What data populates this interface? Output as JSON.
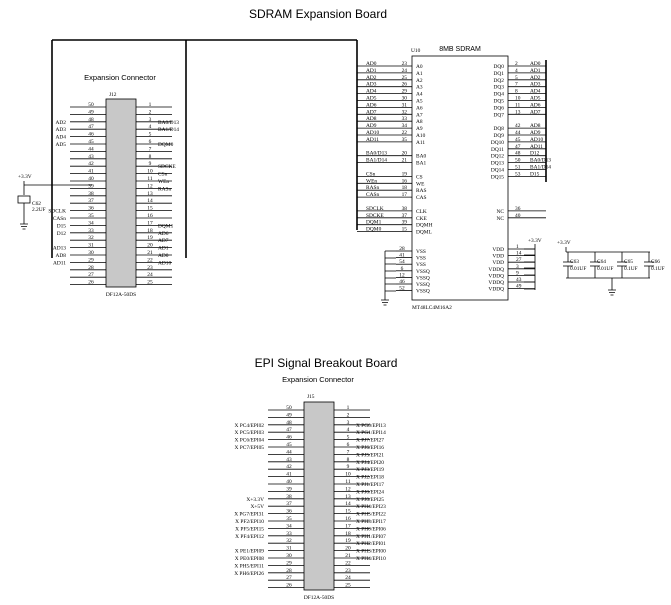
{
  "titles": {
    "sdram_board": "SDRAM Expansion Board",
    "epi_board": "EPI Signal Breakout Board"
  },
  "sdram_connector": {
    "label": "Expansion Connector",
    "ref": "J12",
    "part": "DF12A-50DS",
    "left_pins": [
      "50",
      "49",
      "48",
      "47",
      "46",
      "45",
      "44",
      "43",
      "42",
      "41",
      "40",
      "39",
      "38",
      "37",
      "36",
      "35",
      "34",
      "33",
      "32",
      "31",
      "30",
      "29",
      "28",
      "27",
      "26"
    ],
    "right_pins": [
      "1",
      "2",
      "3",
      "4",
      "5",
      "6",
      "7",
      "8",
      "9",
      "10",
      "11",
      "12",
      "13",
      "14",
      "15",
      "16",
      "17",
      "18",
      "19",
      "20",
      "21",
      "22",
      "23",
      "24",
      "25"
    ],
    "left_nets": [
      "",
      "",
      "AD2",
      "AD3",
      "AD4",
      "AD5",
      "",
      "",
      "",
      "",
      "",
      "",
      "",
      "",
      "SDCLK",
      "CASn",
      "D15",
      "D12",
      "",
      "AD13",
      "AD8",
      "AD11",
      "",
      "",
      ""
    ],
    "right_nets": [
      "",
      "",
      "BA0/D13",
      "BA1/D14",
      "",
      "DQM0",
      "",
      "",
      "SDCKE",
      "CSn",
      "WEn",
      "RASn",
      "",
      "",
      "",
      "",
      "DQM1",
      "AD6",
      "AD7",
      "AD1",
      "AD0",
      "AD10",
      "",
      "",
      ""
    ],
    "cap_ref": "C62",
    "cap_value": "2.2UF",
    "supply": "+3.3V"
  },
  "sdram_chip": {
    "ref": "U10",
    "title": "8MB SDRAM",
    "part": "MT48LC4M16A2",
    "left_nets": [
      "AD0",
      "AD1",
      "AD2",
      "AD3",
      "AD4",
      "AD5",
      "AD6",
      "AD7",
      "AD8",
      "AD9",
      "AD10",
      "AD11",
      "",
      "BA0/D13",
      "BA1/D14",
      "",
      "CSn",
      "WEn",
      "RASn",
      "CASn",
      "",
      "SDCLK",
      "SDCKE",
      "DQM1",
      "DQM0"
    ],
    "left_pins": [
      "23",
      "24",
      "25",
      "26",
      "29",
      "30",
      "31",
      "32",
      "33",
      "34",
      "22",
      "35",
      "",
      "20",
      "21",
      "",
      "19",
      "16",
      "18",
      "17",
      "",
      "38",
      "37",
      "39",
      "15"
    ],
    "left_names": [
      "A0",
      "A1",
      "A2",
      "A3",
      "A4",
      "A5",
      "A6",
      "A7",
      "A8",
      "A9",
      "A10",
      "A11",
      "",
      "BA0",
      "BA1",
      "",
      "CS",
      "WE",
      "RAS",
      "CAS",
      "",
      "CLK",
      "CKE",
      "DQMH",
      "DQML"
    ],
    "right_names": [
      "DQ0",
      "DQ1",
      "DQ2",
      "DQ3",
      "DQ4",
      "DQ5",
      "DQ6",
      "DQ7",
      "",
      "DQ8",
      "DQ9",
      "DQ10",
      "DQ11",
      "DQ12",
      "DQ13",
      "DQ14",
      "DQ15",
      "",
      "",
      "",
      "",
      "NC",
      "NC"
    ],
    "right_pins": [
      "2",
      "4",
      "5",
      "7",
      "8",
      "10",
      "11",
      "13",
      "",
      "42",
      "44",
      "45",
      "47",
      "48",
      "50",
      "51",
      "53",
      "",
      "",
      "",
      "",
      "36",
      "40"
    ],
    "right_nets": [
      "AD0",
      "AD1",
      "AD2",
      "AD3",
      "AD4",
      "AD5",
      "AD6",
      "AD7",
      "",
      "AD8",
      "AD9",
      "AD10",
      "AD11",
      "D12",
      "BA0/D13",
      "BA1/D14",
      "D15"
    ],
    "vss_names": [
      "VSS",
      "VSS",
      "VSS",
      "VSSQ",
      "VSSQ",
      "VSSQ",
      "VSSQ"
    ],
    "vss_pins": [
      "28",
      "41",
      "54",
      "6",
      "12",
      "46",
      "52"
    ],
    "vdd_names": [
      "VDD",
      "VDD",
      "VDD",
      "VDDQ",
      "VDDQ",
      "VDDQ",
      "VDDQ"
    ],
    "vdd_pins": [
      "1",
      "14",
      "27",
      "3",
      "9",
      "43",
      "49"
    ],
    "supply": "+3.3V"
  },
  "decoupling": {
    "supply": "+3.3V",
    "caps": [
      {
        "ref": "C63",
        "value": "0.01UF"
      },
      {
        "ref": "C64",
        "value": "0.01UF"
      },
      {
        "ref": "C65",
        "value": "0.1UF"
      },
      {
        "ref": "C66",
        "value": "0.1UF"
      }
    ]
  },
  "epi_connector": {
    "label": "Expansion Connector",
    "ref": "J15",
    "part": "DF12A-50DS",
    "left_pins": [
      "50",
      "49",
      "48",
      "47",
      "46",
      "45",
      "44",
      "43",
      "42",
      "41",
      "40",
      "39",
      "38",
      "37",
      "36",
      "35",
      "34",
      "33",
      "32",
      "31",
      "30",
      "29",
      "28",
      "27",
      "26"
    ],
    "right_pins": [
      "1",
      "2",
      "3",
      "4",
      "5",
      "6",
      "7",
      "8",
      "9",
      "10",
      "11",
      "12",
      "13",
      "14",
      "15",
      "16",
      "17",
      "18",
      "19",
      "20",
      "21",
      "22",
      "23",
      "24",
      "25"
    ],
    "left_nets": [
      "",
      "",
      "X PC4/EPI02",
      "X PC5/EPI03",
      "X PC6/EPI04",
      "X PC7/EPI05",
      "",
      "",
      "",
      "",
      "",
      "",
      "X+3.3V",
      "X+5V",
      "X PG7/EPI31",
      "X PF2/EPI10",
      "X PF5/EPI15",
      "X PF4/EPI12",
      "",
      "X PE1/EPI09",
      "X PE0/EPI08",
      "X PH5/EPI11",
      "X PH6/EPI26",
      "",
      ""
    ],
    "right_nets": [
      "",
      "",
      "X PG0/EPI13",
      "X PG1/EPI14",
      "X PJ7/EPI27",
      "X PJ6/EPI16",
      "X PJ5/EPI21",
      "X PJ4/EPI20",
      "X PJ3/EPI19",
      "X PJ2/EPI18",
      "X PJ1/EPI17",
      "X PJ0/EPI24",
      "X PJ0/EPI25",
      "X PH4/EPI23",
      "X PH5/EPI22",
      "X PH3/EPI17",
      "X PH0/EPI06",
      "X PH1/EPI07",
      "X PH2/EPI01",
      "X PH3/EPI00",
      "X PH4/EPI10",
      "",
      "",
      ""
    ]
  }
}
